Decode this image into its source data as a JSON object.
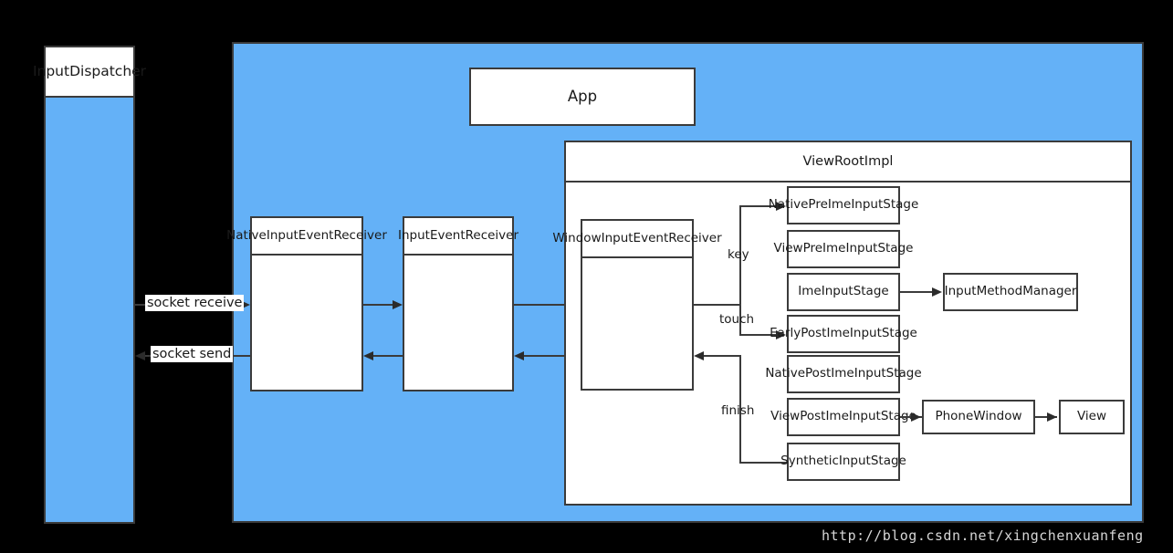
{
  "diagram": {
    "title": "Android input event dispatch flow",
    "colors": {
      "panel_blue": "#64b1f7",
      "stroke": "#3b3b3b",
      "box_fill": "#ffffff",
      "background": "#000000",
      "watermark": "#d6d6d6"
    },
    "dispatcher": {
      "label": "InputDispatcher"
    },
    "app_panel": {
      "label": "App"
    },
    "socket_edges": [
      {
        "label": "socket receive",
        "direction": "right"
      },
      {
        "label": "socket send",
        "direction": "left"
      }
    ],
    "receivers": [
      {
        "label": "NativeInputEventReceiver"
      },
      {
        "label": "InputEventReceiver"
      }
    ],
    "viewroot": {
      "title": "ViewRootImpl",
      "receiver": {
        "label": "WindowInputEventReceiver"
      },
      "branch_labels": [
        {
          "label": "key"
        },
        {
          "label": "touch"
        },
        {
          "label": "finish"
        }
      ],
      "stages": [
        {
          "label": "NativePreImeInputStage"
        },
        {
          "label": "ViewPreImeInputStage"
        },
        {
          "label": "ImeInputStage"
        },
        {
          "label": "EarlyPostImeInputStage"
        },
        {
          "label": "NativePostImeInputStage"
        },
        {
          "label": "ViewPostImeInputStage"
        },
        {
          "label": "SyntheticInputStage"
        }
      ]
    },
    "external_nodes": [
      {
        "label": "InputMethodManager"
      },
      {
        "label": "PhoneWindow"
      },
      {
        "label": "View"
      }
    ],
    "watermark": {
      "text": "http://blog.csdn.net/xingchenxuanfeng"
    }
  }
}
